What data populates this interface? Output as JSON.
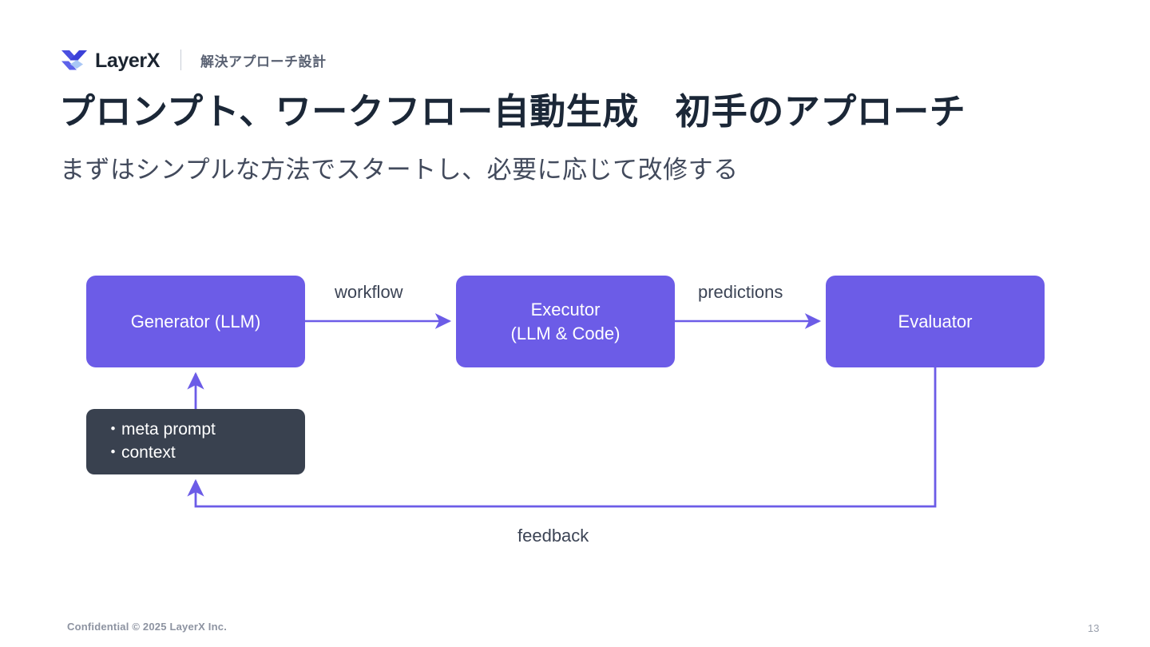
{
  "header": {
    "logo_icon": "layerx-x-logo-icon",
    "brand_name": "LayerX",
    "section_label": "解決アプローチ設計"
  },
  "slide": {
    "title": "プロンプト、ワークフロー自動生成　初手のアプローチ",
    "subtitle": "まずはシンプルな方法でスタートし、必要に応じて改修する"
  },
  "diagram": {
    "type": "flow-diagram",
    "nodes": [
      {
        "id": "generator",
        "label": "Generator (LLM)",
        "color": "#6c5ce7",
        "text_color": "#ffffff"
      },
      {
        "id": "executor",
        "label": "Executor\n(LLM & Code)",
        "color": "#6c5ce7",
        "text_color": "#ffffff"
      },
      {
        "id": "evaluator",
        "label": "Evaluator",
        "color": "#6c5ce7",
        "text_color": "#ffffff"
      },
      {
        "id": "context",
        "label": "・meta prompt\n・context",
        "color": "#39414f",
        "text_color": "#ffffff"
      }
    ],
    "edges": [
      {
        "id": "generator-to-executor",
        "label": "workflow",
        "from": "generator",
        "to": "executor"
      },
      {
        "id": "executor-to-evaluator",
        "label": "predictions",
        "from": "executor",
        "to": "evaluator"
      },
      {
        "id": "evaluator-to-context",
        "label": "feedback",
        "from": "evaluator",
        "to": "context"
      },
      {
        "id": "context-to-generator",
        "label": "",
        "from": "context",
        "to": "generator"
      }
    ],
    "edge_color": "#6c5ce7"
  },
  "footer": {
    "confidential": "Confidential © 2025 LayerX Inc.",
    "page_number": "13"
  },
  "colors": {
    "accent": "#6c5ce7",
    "dark_node": "#39414f",
    "title": "#1b2737",
    "subtitle": "#424a5c",
    "background": "#ffffff"
  }
}
